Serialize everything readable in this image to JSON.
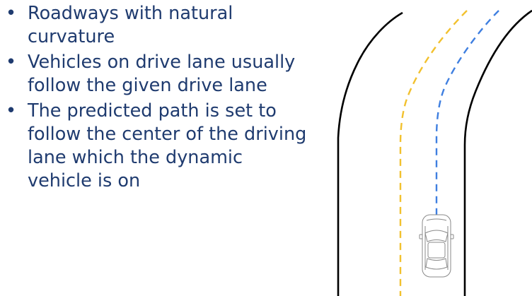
{
  "bullets": [
    {
      "lines": [
        "Roadways with natural",
        "curvature"
      ]
    },
    {
      "lines": [
        "Vehicles on drive lane usually",
        "follow the given drive lane"
      ]
    },
    {
      "lines": [
        "The predicted path is set to",
        "follow the center of the driving",
        "lane which the dynamic",
        "vehicle is on"
      ]
    }
  ],
  "bullet_glyph": "•",
  "colors": {
    "text": "#1f3b6f",
    "road_edge": "#000000",
    "lane_center_line": "#f2c12e",
    "predicted_path": "#3f7fe0",
    "vehicle_outline": "#8a8a8a"
  }
}
